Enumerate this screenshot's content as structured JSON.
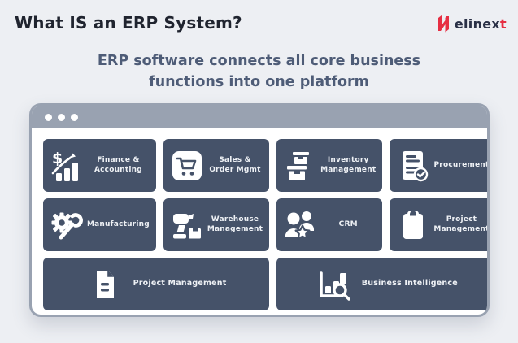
{
  "page": {
    "title": "What IS an ERP System?",
    "subtitle_line1": "ERP software connects all core business",
    "subtitle_line2": "functions into one platform"
  },
  "logo": {
    "icon": "elinext-n-icon",
    "text": "elinex",
    "accent": "t"
  },
  "colors": {
    "background": "#edeff3",
    "title_text": "#20242f",
    "subtitle_text": "#4e5c77",
    "window_chrome": "#99a2b1",
    "tile_background": "#455269",
    "tile_text": "#eef1f5",
    "brand_red": "#e62e42"
  },
  "window": {
    "chrome_dot_count": 3,
    "tiles": [
      {
        "label": "Finance & Accounting",
        "icon": "finance-accounting-icon",
        "size": "small"
      },
      {
        "label": "Sales & Order Mgmt",
        "icon": "shopping-cart-icon",
        "size": "small"
      },
      {
        "label": "Inventory Management",
        "icon": "stacked-boxes-icon",
        "size": "small"
      },
      {
        "label": "Procurement",
        "icon": "document-check-icon",
        "size": "small"
      },
      {
        "label": "Manufacturing",
        "icon": "gear-wrench-icon",
        "size": "small"
      },
      {
        "label": "Warehouse Management",
        "icon": "forklift-icon",
        "size": "small"
      },
      {
        "label": "CRM",
        "icon": "customers-star-icon",
        "size": "small"
      },
      {
        "label": "Project Management",
        "icon": "clipboard-icon",
        "size": "small"
      },
      {
        "label": "Project Management",
        "icon": "document-lines-icon",
        "size": "wide"
      },
      {
        "label": "Business Intelligence",
        "icon": "chart-magnifier-icon",
        "size": "wide"
      }
    ]
  }
}
